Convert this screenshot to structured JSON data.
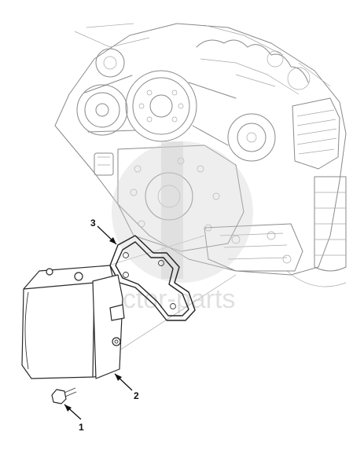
{
  "diagram": {
    "callouts": [
      {
        "id": "1",
        "label": "1"
      },
      {
        "id": "2",
        "label": "2"
      },
      {
        "id": "3",
        "label": "3"
      }
    ],
    "watermark": {
      "text": "doctor-parts",
      "color": "#c8c8c8"
    },
    "colors": {
      "background": "#ffffff",
      "engine_lines": "#8a8a8a",
      "part_lines": "#2a2a2a",
      "callout_text": "#111111"
    }
  }
}
